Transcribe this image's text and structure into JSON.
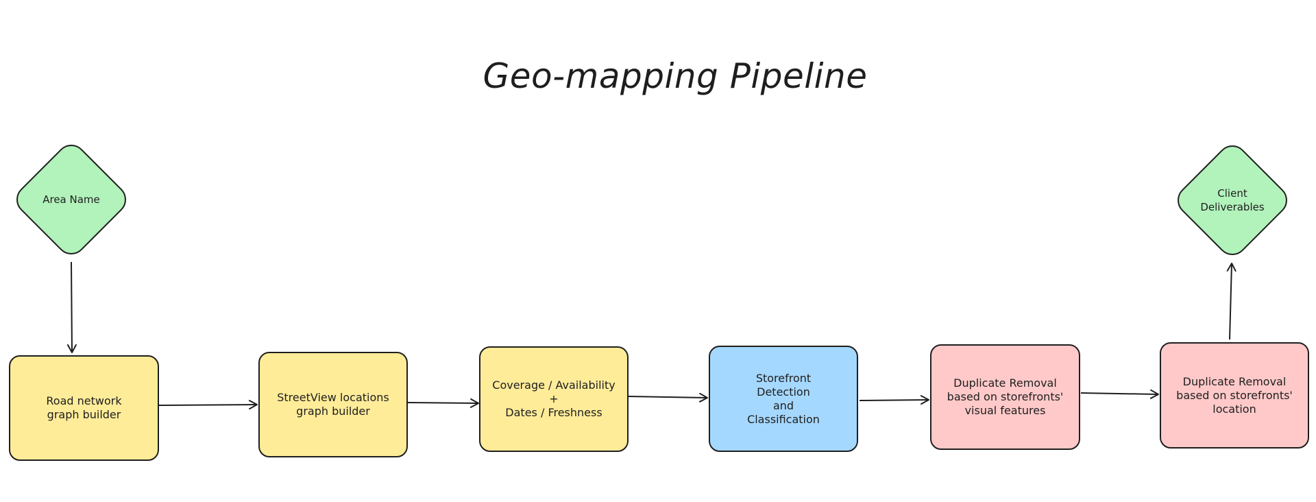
{
  "diagram": {
    "title": "Geo-mapping Pipeline",
    "colors": {
      "yellow": "#ffec99",
      "blue": "#a5d8ff",
      "red": "#ffc9c9",
      "green": "#b2f2bb",
      "stroke": "#1e1e1e"
    },
    "nodes": {
      "area_name": {
        "label": "Area Name",
        "shape": "diamond",
        "color": "#b2f2bb"
      },
      "road_network": {
        "label": "Road network\ngraph builder",
        "shape": "rounded-rectangle",
        "color": "#ffec99"
      },
      "streetview": {
        "label": "StreetView locations\ngraph builder",
        "shape": "rounded-rectangle",
        "color": "#ffec99"
      },
      "coverage": {
        "label": "Coverage / Availability\n+\nDates / Freshness",
        "shape": "rounded-rectangle",
        "color": "#ffec99"
      },
      "storefront": {
        "label": "Storefront\nDetection\nand\nClassification",
        "shape": "rounded-rectangle",
        "color": "#a5d8ff"
      },
      "dup_visual": {
        "label": "Duplicate Removal\nbased on storefronts'\nvisual features",
        "shape": "rounded-rectangle",
        "color": "#ffc9c9"
      },
      "dup_location": {
        "label": "Duplicate Removal\nbased on storefronts'\nlocation",
        "shape": "rounded-rectangle",
        "color": "#ffc9c9"
      },
      "client": {
        "label": "Client\nDeliverables",
        "shape": "diamond",
        "color": "#b2f2bb"
      }
    },
    "edges": [
      {
        "from": "area_name",
        "to": "road_network"
      },
      {
        "from": "road_network",
        "to": "streetview"
      },
      {
        "from": "streetview",
        "to": "coverage"
      },
      {
        "from": "coverage",
        "to": "storefront"
      },
      {
        "from": "storefront",
        "to": "dup_visual"
      },
      {
        "from": "dup_visual",
        "to": "dup_location"
      },
      {
        "from": "dup_location",
        "to": "client"
      }
    ]
  }
}
